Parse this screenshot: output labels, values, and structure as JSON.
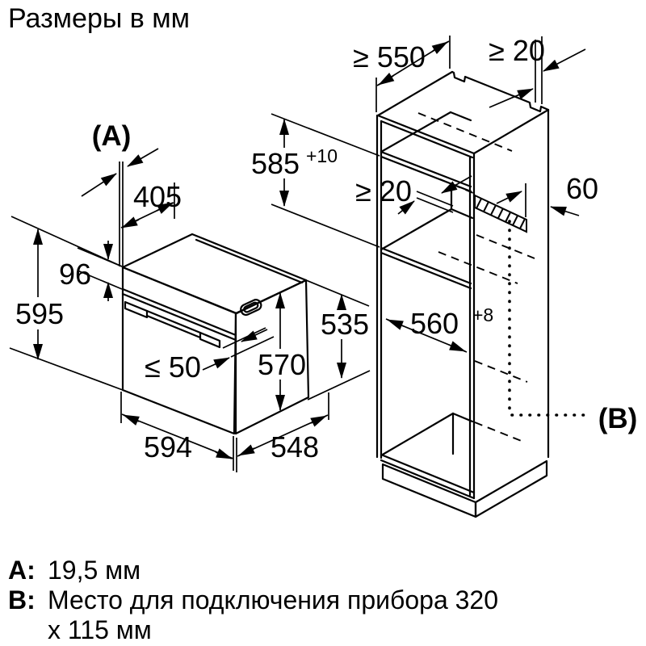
{
  "title": "Размеры в мм",
  "oven": {
    "label_a": "(A)",
    "depth_top": "405",
    "panel_height": "96",
    "height": "595",
    "handle_depth": "≤ 50",
    "body_height": "570",
    "rear_height": "535",
    "width": "594",
    "depth": "548"
  },
  "cabinet": {
    "depth_min": "≥ 550",
    "wall_gap": "≥ 20",
    "niche_height": "585",
    "niche_height_tol": "+10",
    "rear_gap": "≥ 20",
    "vent_offset": "60",
    "niche_width": "560",
    "niche_width_tol": "+8",
    "label_b": "(B)"
  },
  "legend": {
    "a_key": "A:",
    "a_value": "19,5 мм",
    "b_key": "B:",
    "b_value": "Место для подключения прибора 320",
    "b_value_line2": "x 115 мм"
  },
  "colors": {
    "line": "#000000",
    "background": "#ffffff"
  }
}
